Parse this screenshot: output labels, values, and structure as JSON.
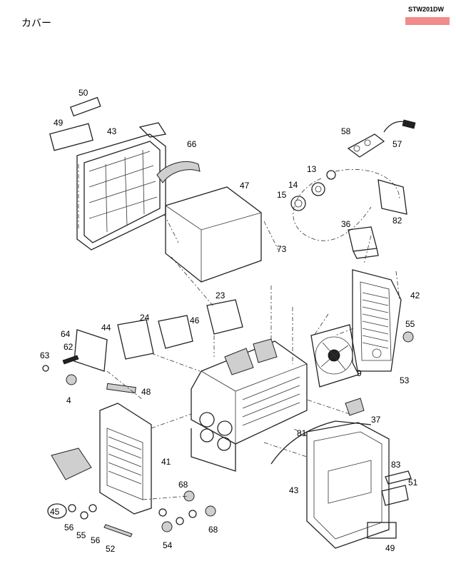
{
  "header": {
    "title": "カバー",
    "model": "STW201DW"
  },
  "labels": {
    "p50": "50",
    "p49a": "49",
    "p43a": "43",
    "p66": "66",
    "p47": "47",
    "p73": "73",
    "p58": "58",
    "p57": "57",
    "p13": "13",
    "p14": "14",
    "p15": "15",
    "p36": "36",
    "p82": "82",
    "p42": "42",
    "p55a": "55",
    "p23": "23",
    "p24": "24",
    "p46": "46",
    "p44": "44",
    "p64": "64",
    "p62": "62",
    "p63": "63",
    "p4": "4",
    "p48": "48",
    "p9": "9",
    "p53": "53",
    "p37": "37",
    "p81": "81",
    "p41": "41",
    "p83": "83",
    "p51": "51",
    "p43b": "43",
    "p45": "45",
    "p68a": "68",
    "p68b": "68",
    "p56a": "56",
    "p55b": "55",
    "p56b": "56",
    "p52": "52",
    "p54": "54",
    "p49b": "49"
  }
}
